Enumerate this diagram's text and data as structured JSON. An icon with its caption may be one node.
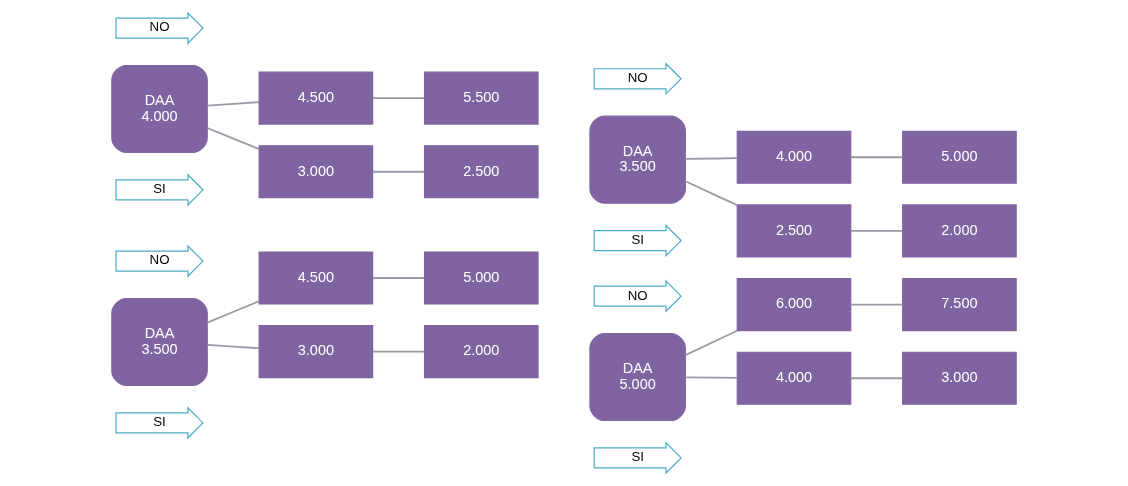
{
  "diagram": {
    "nodes": [
      {
        "text": [
          "NO"
        ]
      },
      {
        "text": [
          "DAA",
          "3.500"
        ]
      },
      {
        "text": [
          "4.500"
        ]
      },
      {
        "text": [
          "5.000"
        ]
      },
      {
        "text": [
          "3.000"
        ]
      },
      {
        "text": [
          "2.000"
        ]
      },
      {
        "text": [
          "SI"
        ]
      },
      {
        "text": [
          "NO"
        ]
      },
      {
        "text": [
          "DAA",
          "5.000"
        ]
      },
      {
        "text": [
          "6.000"
        ]
      },
      {
        "text": [
          "7.500"
        ]
      },
      {
        "text": [
          "4.000"
        ]
      },
      {
        "text": [
          "3.000"
        ]
      },
      {
        "text": [
          "SI"
        ]
      },
      {
        "text": [
          "NO"
        ]
      },
      {
        "text": [
          "DAA",
          "4.000"
        ]
      },
      {
        "text": [
          "4.500"
        ]
      },
      {
        "text": [
          "5.500"
        ]
      },
      {
        "text": [
          "3.000"
        ]
      },
      {
        "text": [
          "2.500"
        ]
      },
      {
        "text": [
          "SI"
        ]
      },
      {
        "text": [
          "NO"
        ]
      },
      {
        "text": [
          "DAA",
          "3.500"
        ]
      },
      {
        "text": [
          "4.000"
        ]
      },
      {
        "text": [
          "5.000"
        ]
      },
      {
        "text": [
          "2.500"
        ]
      },
      {
        "text": [
          "2.000"
        ]
      },
      {
        "text": [
          "SI"
        ]
      }
    ],
    "edges": [
      {
        "from": 1,
        "to": 2,
        "arrow": "none"
      },
      {
        "from": 1,
        "to": 4,
        "arrow": "none"
      },
      {
        "from": 2,
        "to": 3,
        "arrow": "none"
      },
      {
        "from": 4,
        "to": 5,
        "arrow": "none"
      },
      {
        "from": 8,
        "to": 9,
        "arrow": "none"
      },
      {
        "from": 8,
        "to": 11,
        "arrow": "none"
      },
      {
        "from": 9,
        "to": 10,
        "arrow": "none"
      },
      {
        "from": 11,
        "to": 12,
        "arrow": "none"
      },
      {
        "from": 15,
        "to": 16,
        "arrow": "none"
      },
      {
        "from": 15,
        "to": 18,
        "arrow": "none"
      },
      {
        "from": 16,
        "to": 17,
        "arrow": "none"
      },
      {
        "from": 18,
        "to": 19,
        "arrow": "none"
      },
      {
        "from": 22,
        "to": 23,
        "arrow": "none"
      },
      {
        "from": 22,
        "to": 25,
        "arrow": "none"
      },
      {
        "from": 23,
        "to": 24,
        "arrow": "none"
      },
      {
        "from": 25,
        "to": 26,
        "arrow": "none"
      }
    ]
  }
}
